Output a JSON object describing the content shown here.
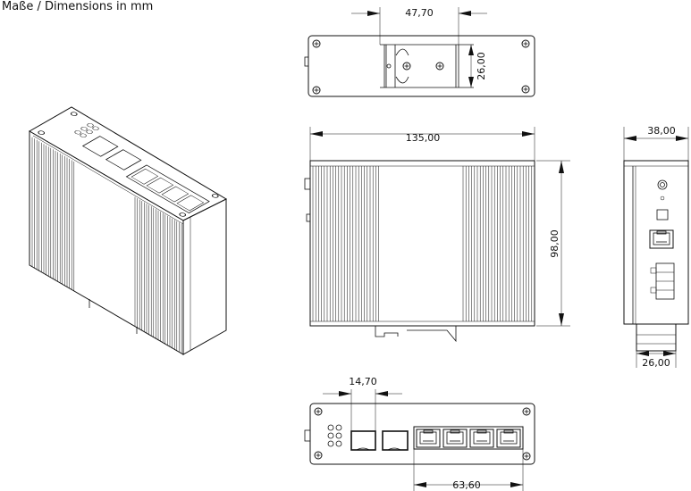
{
  "title": "Maße / Dimensions in mm",
  "dimensions": {
    "din_rail_width": "47,70",
    "din_rail_height": "26,00",
    "length": "135,00",
    "height": "98,00",
    "depth": "38,00",
    "base_depth": "26,00",
    "sfp_pitch": "14,70",
    "rj45_block_width": "63,60"
  }
}
